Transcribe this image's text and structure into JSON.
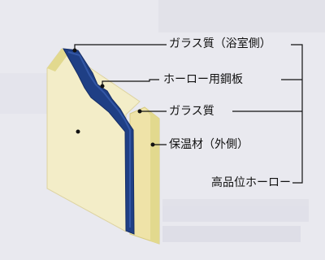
{
  "labels": {
    "glass_bathroom": "ガラス質（浴室側）",
    "enamel_steel": "ホーロー用鋼板",
    "glass": "ガラス質",
    "insulation": "保温材（外側）",
    "product": "高品位ホーロー"
  },
  "colors": {
    "background": "#e9e9ef",
    "panel_face": "#f3edc8",
    "panel_edge": "#e2d98e",
    "steel": "#1f3f85",
    "line": "#111111"
  }
}
